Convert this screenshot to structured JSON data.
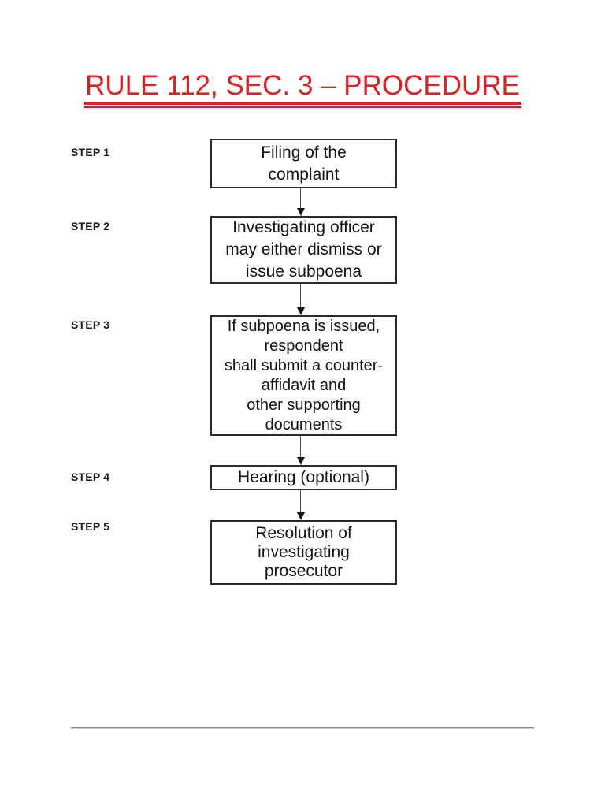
{
  "header": {
    "title": "RULE 112, SEC. 3 – PROCEDURE",
    "title_color": "#df2023"
  },
  "flowchart": {
    "steps": [
      {
        "label": "STEP 1",
        "text": "Filing of the\ncomplaint"
      },
      {
        "label": "STEP 2",
        "text": "Investigating officer\nmay either dismiss or\nissue subpoena"
      },
      {
        "label": "STEP 3",
        "text": "If subpoena is issued,\nrespondent\nshall submit a counter-\naffidavit and\nother supporting\ndocuments"
      },
      {
        "label": "STEP 4",
        "text": "Hearing (optional)"
      },
      {
        "label": "STEP 5",
        "text": "Resolution of\ninvestigating\nprosecutor"
      }
    ]
  },
  "footer": {
    "divider_color": "#8b8b8b"
  }
}
